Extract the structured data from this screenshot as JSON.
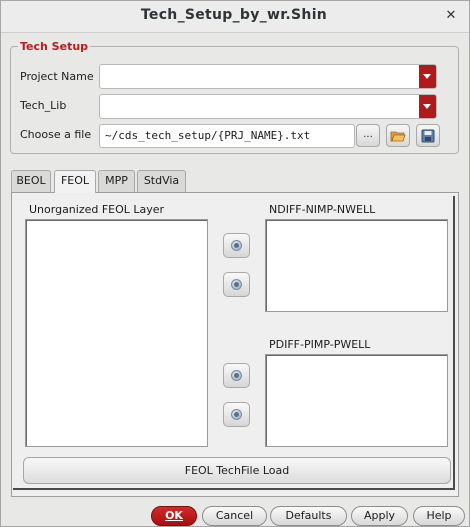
{
  "window": {
    "title": "Tech_Setup_by_wr.Shin",
    "close_symbol": "✕"
  },
  "tech_setup": {
    "group_title": "Tech Setup",
    "project_name_label": "Project Name",
    "project_name_value": "",
    "tech_lib_label": "Tech_Lib",
    "tech_lib_value": "",
    "choose_file_label": "Choose a file",
    "file_path": "~/cds_tech_setup/{PRJ_NAME}.txt",
    "browse_label": "...",
    "icons": [
      "folder-open-icon",
      "save-disk-icon"
    ]
  },
  "tabs": [
    {
      "label": "BEOL",
      "active": false
    },
    {
      "label": "FEOL",
      "active": true
    },
    {
      "label": "MPP",
      "active": false
    },
    {
      "label": "StdVia",
      "active": false
    }
  ],
  "feol": {
    "unorganized_label": "Unorganized FEOL Layer",
    "ndiff_label": "NDIFF-NIMP-NWELL",
    "pdiff_label": "PDIFF-PIMP-PWELL",
    "load_button": "FEOL TechFile Load"
  },
  "footer": {
    "ok": "OK",
    "cancel": "Cancel",
    "defaults": "Defaults",
    "apply": "Apply",
    "help": "Help"
  },
  "colors": {
    "accent": "#b01a1a",
    "group_title": "#b81c1c"
  }
}
